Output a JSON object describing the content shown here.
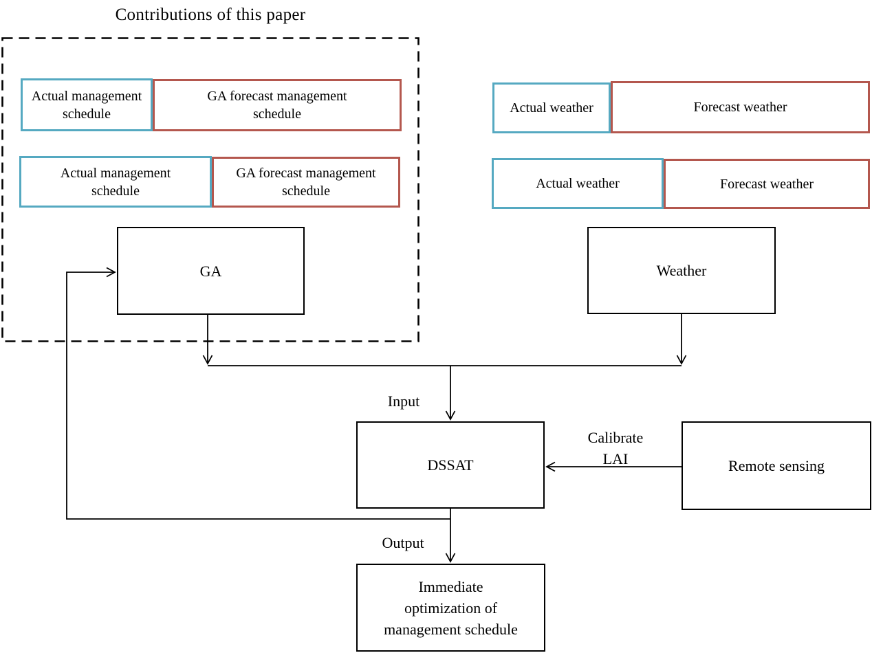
{
  "title": "Contributions of this paper",
  "colors": {
    "actual_border": "#55a9c1",
    "forecast_border": "#b4574e",
    "node_border": "#000000"
  },
  "contrib": {
    "rows": [
      {
        "actual_lines": [
          "Actual management",
          "schedule"
        ],
        "forecast_lines": [
          "GA forecast management",
          "schedule"
        ]
      },
      {
        "actual_lines": [
          "Actual management",
          "schedule"
        ],
        "forecast_lines": [
          "GA forecast management",
          "schedule"
        ]
      }
    ]
  },
  "weather": {
    "rows": [
      {
        "actual": "Actual weather",
        "forecast": "Forecast weather"
      },
      {
        "actual": "Actual weather",
        "forecast": "Forecast weather"
      }
    ]
  },
  "nodes": {
    "ga": "GA",
    "weather": "Weather",
    "dssat": "DSSAT",
    "remote_sensing": "Remote sensing",
    "output_lines": [
      "Immediate",
      "optimization of",
      "management schedule"
    ]
  },
  "edge_labels": {
    "input": "Input",
    "output": "Output",
    "calibrate_lines": [
      "Calibrate",
      "LAI"
    ]
  }
}
